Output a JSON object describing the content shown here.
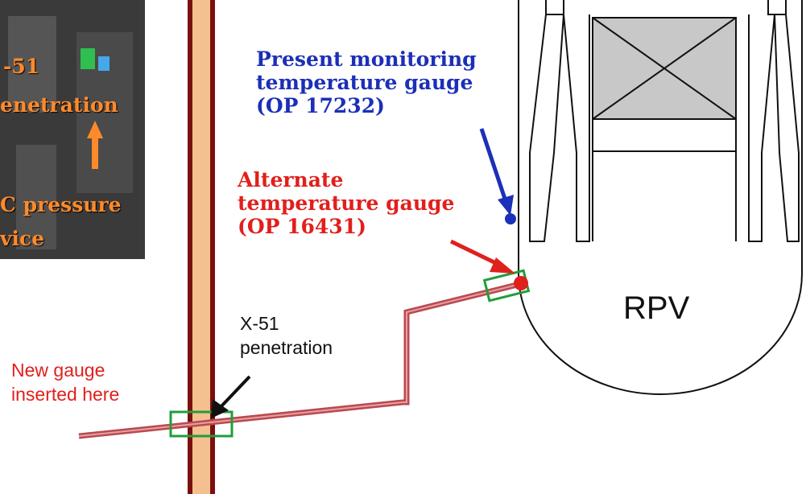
{
  "photo": {
    "line1": "-51",
    "line2": "enetration",
    "line3": "C pressure",
    "line4": "vice"
  },
  "labels": {
    "present_gauge": [
      "Present monitoring",
      "temperature gauge",
      "(OP 17232)"
    ],
    "alternate_gauge": [
      "Alternate",
      "temperature gauge",
      "(OP 16431)"
    ],
    "penetration": [
      "X-51",
      "penetration"
    ],
    "new_gauge": [
      "New gauge",
      "inserted here"
    ],
    "vessel": "RPV"
  },
  "colors": {
    "blue_text": "#1c2fb8",
    "red_text": "#e0201c",
    "pipe_fill": "#f5c090",
    "pipe_border": "#7a1010",
    "cable": "#b84a50",
    "green_box": "#1f9e3a",
    "reactor_fill": "#c8c8c8",
    "photo_text": "#ff8a2a"
  }
}
